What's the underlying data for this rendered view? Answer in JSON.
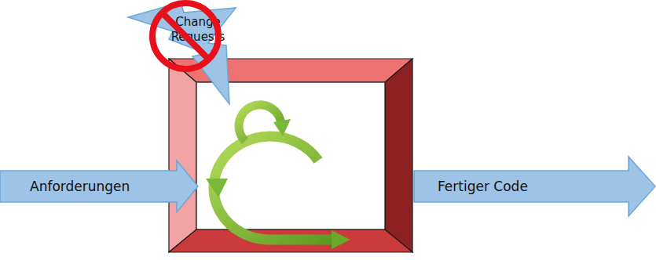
{
  "diagram": {
    "nodes": [
      {
        "text": [
          "Change Requests"
        ]
      },
      {
        "text": [
          "Anforderungen"
        ]
      },
      {
        "text": [
          "Fertiger Code"
        ]
      }
    ],
    "edges": []
  }
}
